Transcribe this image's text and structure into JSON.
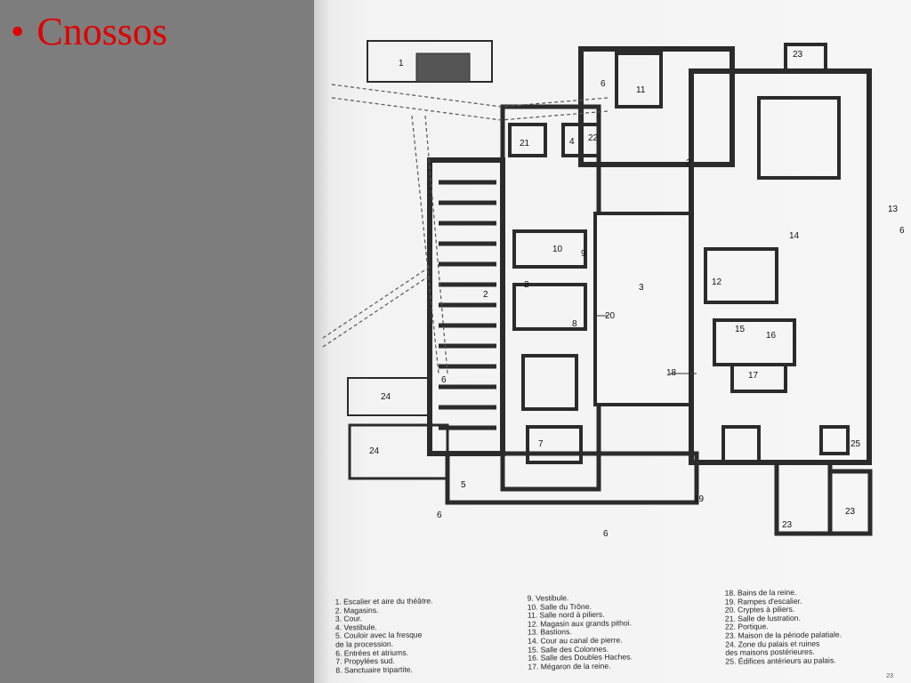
{
  "slide": {
    "bullet": "•",
    "title": "Cnossos"
  },
  "plan": {
    "labels": [
      "1",
      "2",
      "2",
      "2",
      "3",
      "4",
      "5",
      "6",
      "6",
      "6",
      "6",
      "6",
      "7",
      "8",
      "9",
      "10",
      "11",
      "12",
      "13",
      "14",
      "15",
      "16",
      "17",
      "18",
      "19",
      "20",
      "21",
      "22",
      "23",
      "23",
      "23",
      "24",
      "24",
      "25"
    ]
  },
  "legend": {
    "col1": [
      "1. Escalier et aire du théâtre.",
      "2. Magasins.",
      "3. Cour.",
      "4. Vestibule.",
      "5. Couloir avec la fresque",
      "    de la procession.",
      "6. Entrées et atriums.",
      "7. Propylées sud.",
      "8. Sanctuaire tripartite."
    ],
    "col2": [
      "9. Vestibule.",
      "10. Salle du Trône.",
      "11. Salle nord à piliers.",
      "12. Magasin aux grands pithoi.",
      "13. Bastions.",
      "14. Cour au canal de pierre.",
      "15. Salle des Colonnes.",
      "16. Salle des Doubles Haches.",
      "17. Mégaron de la reine."
    ],
    "col3": [
      "18. Bains de la reine.",
      "19. Rampes d'escalier.",
      "20. Cryptes à piliers.",
      "21. Salle de lustration.",
      "22. Portique.",
      "23. Maison de la période palatiale.",
      "24. Zone du palais et ruines",
      "    des maisons postérieures.",
      "25. Édifices antérieurs au palais."
    ],
    "page_number": "23"
  }
}
